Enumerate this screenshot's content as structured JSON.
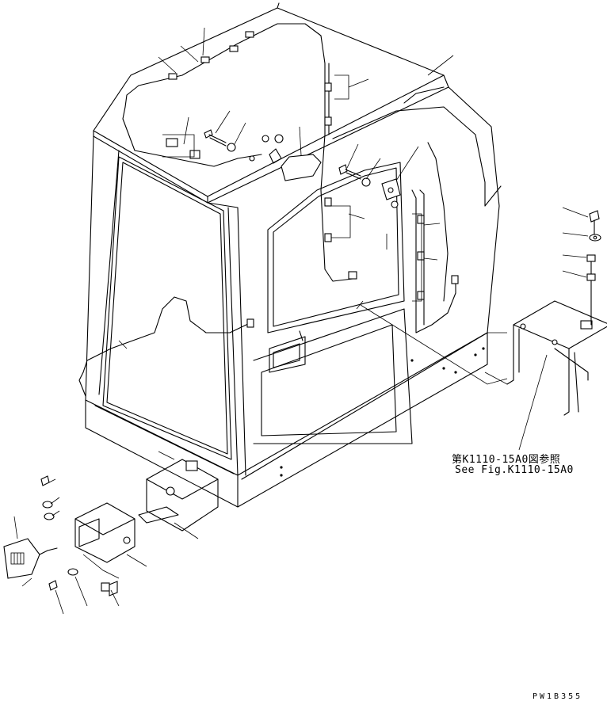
{
  "figure": {
    "reference_jp": "第K1110-15A0図参照",
    "reference_en": "See Fig.K1110-15A0",
    "drawing_code": "PW1B355"
  }
}
